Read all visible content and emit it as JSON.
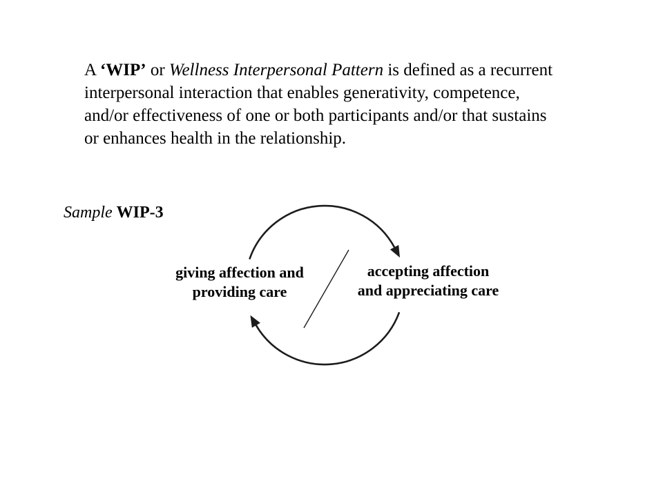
{
  "colors": {
    "background": "#ffffff",
    "text": "#000000",
    "stroke": "#1c1c1c"
  },
  "definition": {
    "line1_pre": "A ",
    "line1_wip": "‘WIP’",
    "line1_mid": " or ",
    "line1_term": "Wellness Interpersonal Pattern",
    "line1_post": " is defined as a recurrent",
    "line2": "interpersonal interaction that enables generativity, competence,",
    "line3": "and/or effectiveness of one or both participants and/or that sustains",
    "line4": "or enhances health in the relationship."
  },
  "sample_label": {
    "italic": "Sample ",
    "bold": "WIP-3"
  },
  "diagram": {
    "type": "cycle",
    "cycle_direction": "clockwise",
    "left_node": {
      "line1": "giving affection and",
      "line2": "providing care"
    },
    "right_node": {
      "line1": "accepting affection",
      "line2": "and appreciating care"
    }
  }
}
